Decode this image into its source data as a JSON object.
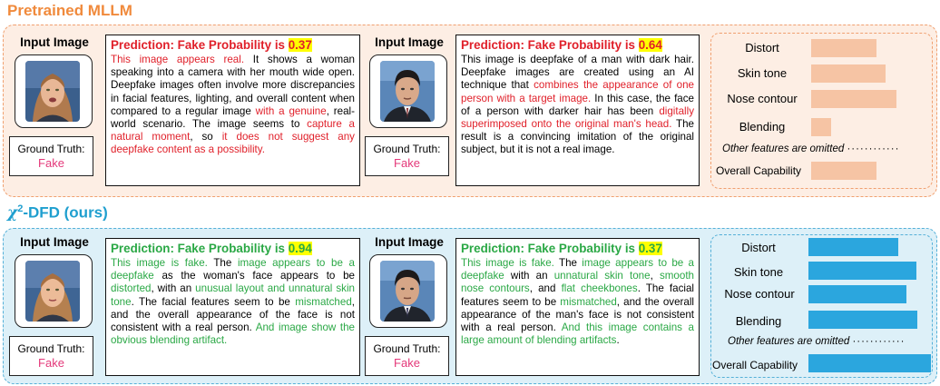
{
  "colors": {
    "pretrained_title": "#f08a3c",
    "ours_title": "#1f9fcf",
    "pretrained_panel_bg": "#fdeee4",
    "pretrained_panel_border": "#f0a070",
    "ours_panel_bg": "#ddf0f8",
    "ours_panel_border": "#55b0d8",
    "red_text": "#e0202a",
    "green_text": "#2aa845",
    "ground_truth": "#e4387a",
    "bar_pretrained": "#f6c4a4",
    "bar_ours": "#2ba6de"
  },
  "pretrained": {
    "title": "Pretrained MLLM",
    "case1": {
      "input_label": "Input Image",
      "gt_label": "Ground Truth:",
      "gt_value": "Fake",
      "photo_icon": "woman-face-photo",
      "pred_label": "Prediction: Fake Probability is ",
      "prob": "0.37",
      "t1": "This image appears real.",
      "t2": " It shows a woman speaking into a camera with her mouth wide open. Deepfake images often involve more discrepancies in facial features, lighting, and overall content when compared to a regular image ",
      "t3": "with a genuine",
      "t4": ", real-world scenario. The image seems to ",
      "t5": "capture a natural moment",
      "t6": ", so ",
      "t7": "it does not suggest any deepfake content as a possibility."
    },
    "case2": {
      "input_label": "Input Image",
      "gt_label": "Ground Truth:",
      "gt_value": "Fake",
      "photo_icon": "man-face-photo",
      "pred_label": "Prediction: Fake Probability is ",
      "prob": "0.64",
      "t1": "This image is deepfake of a man with dark hair. Deepfake images are created using an AI technique that ",
      "t2": "combines the appearance of one person with a target image.",
      "t3": " In this case, the face of a person with darker hair has been ",
      "t4": "digitally superimposed onto the original man's head.",
      "t5": " The result is a convincing imitation of the original subject, but it is not a real image."
    },
    "capabilities": {
      "features": [
        {
          "name": "Distort",
          "value": 0.55
        },
        {
          "name": "Skin tone",
          "value": 0.63
        },
        {
          "name": "Nose contour",
          "value": 0.72
        },
        {
          "name": "Blending",
          "value": 0.17
        }
      ],
      "omitted": "Other features are omitted",
      "omitted_dots": "············",
      "overall_label": "Overall Capability",
      "overall_value": 0.55
    }
  },
  "ours": {
    "title_symbol": "χ",
    "title_sup": "2",
    "title_rest": "-DFD (ours)",
    "case1": {
      "input_label": "Input Image",
      "gt_label": "Ground Truth:",
      "gt_value": "Fake",
      "photo_icon": "woman-face-photo",
      "pred_label": "Prediction: Fake Probability is ",
      "prob": "0.94",
      "t1": "This image is fake.",
      "t2": " The ",
      "t3": "image appears to be a deepfake",
      "t4": " as the woman's face appears to be ",
      "t5": "distorted",
      "t6": ", with an ",
      "t7": "unusual layout and unnatural skin tone",
      "t8": ". The facial features seem to be ",
      "t9": "mismatched",
      "t10": ", and the overall appearance of the face is not consistent with a real person. ",
      "t11": "And image show the obvious blending artifact."
    },
    "case2": {
      "input_label": "Input Image",
      "gt_label": "Ground Truth:",
      "gt_value": "Fake",
      "photo_icon": "man-face-photo",
      "pred_label": "Prediction: Fake Probability is ",
      "prob": "0.37",
      "t1": "This image is fake.",
      "t2": " The ",
      "t3": "image appears to be a deepfake",
      "t4": " with an ",
      "t5": "unnatural skin tone",
      "t6": ", ",
      "t7": "smooth nose contours",
      "t8": ", and ",
      "t9": "flat cheekbones",
      "t10": ". The facial features seem to be ",
      "t11": "mismatched",
      "t12": ", and the overall appearance of the man's face is not consistent with a real person. ",
      "t13": "And this image contains a large amount of blending artifacts",
      "t14": "."
    },
    "capabilities": {
      "features": [
        {
          "name": "Distort",
          "value": 0.73
        },
        {
          "name": "Skin tone",
          "value": 0.88
        },
        {
          "name": "Nose contour",
          "value": 0.8
        },
        {
          "name": "Blending",
          "value": 0.89
        }
      ],
      "omitted": "Other features are omitted",
      "omitted_dots": "············",
      "overall_label": "Overall Capability",
      "overall_value": 1.0
    }
  }
}
